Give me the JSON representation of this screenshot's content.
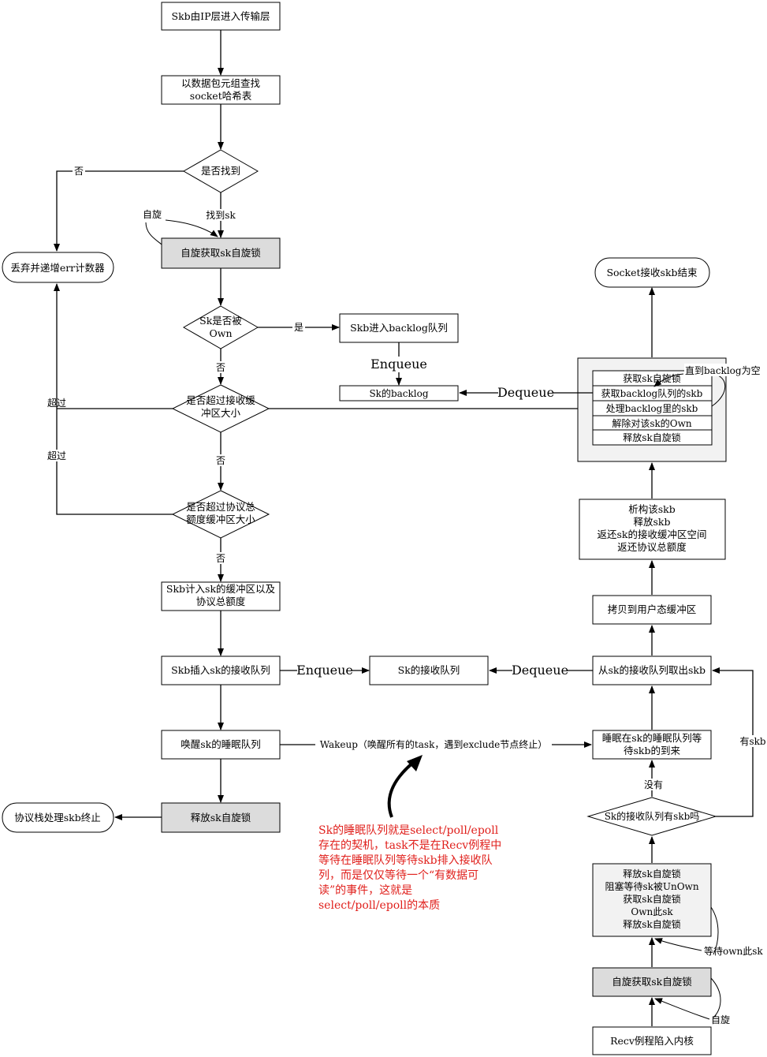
{
  "nodes": {
    "n1": "Skb由IP层进入传输层",
    "n2a": "以数据包元组查找",
    "n2b": "socket哈希表",
    "d1": "是否找到",
    "n3": "自旋获取sk自旋锁",
    "drop": "丢弃并递增err计数器",
    "d2a": "Sk是否被",
    "d2b": "Own",
    "backlog_enter": "Skb进入backlog队列",
    "backlog": "Sk的backlog",
    "d3a": "是否超过接收缓",
    "d3b": "冲区大小",
    "d4a": "是否超过协议总",
    "d4b": "额度缓冲区大小",
    "n5a": "Skb计入sk的缓冲区以及",
    "n5b": "协议总额度",
    "n6": "Skb插入sk的接收队列",
    "recvq": "Sk的接收队列",
    "n7": "唤醒sk的睡眠队列",
    "n8": "释放sk自旋锁",
    "end_stack": "协议栈处理skb终止",
    "end_socket": "Socket接收skb结束",
    "inner": [
      "获取sk自旋锁",
      "获取backlog队列的skb",
      "处理backlog里的skb",
      "解除对该sk的Own",
      "释放sk自旋锁"
    ],
    "r1": [
      "析构该skb",
      "释放skb",
      "返还sk的接收缓冲区空间",
      "返还协议总额度"
    ],
    "r2": "拷贝到用户态缓冲区",
    "r3": "从sk的接收队列取出skb",
    "r4a": "睡眠在sk的睡眠队列等",
    "r4b": "待skb的到来",
    "rd": "Sk的接收队列有skb吗",
    "r5": [
      "释放sk自旋锁",
      "阻塞等待sk被UnOwn",
      "获取sk自旋锁",
      "Own此sk",
      "释放sk自旋锁"
    ],
    "r6": "自旋获取sk自旋锁",
    "r7": "Recv例程陷入内核"
  },
  "labels": {
    "no": "否",
    "found_sk": "找到sk",
    "spin": "自旋",
    "yes": "是",
    "exceed": "超过",
    "enqueue": "Enqueue",
    "dequeue": "Dequeue",
    "until_empty": "直到backlog为空",
    "wakeup": "Wakeup（唤醒所有的task，遇到exclude节点终止）",
    "has_skb": "有skb",
    "none": "没有",
    "wait_own": "等待own此sk"
  },
  "note": [
    "Sk的睡眠队列就是select/poll/epoll",
    "存在的契机，task不是在Recv例程中",
    "等待在睡眠队列等待skb排入接收队",
    "列，而是仅仅等待一个“有数据可",
    "读”的事件，这就是",
    "select/poll/epoll的本质"
  ]
}
